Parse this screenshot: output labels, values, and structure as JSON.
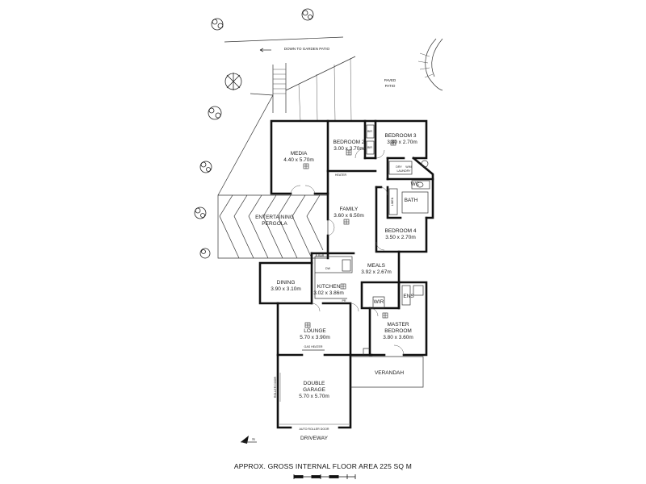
{
  "labels": {
    "down_to_garden_patio": "DOWN TO GARDEN PATIO",
    "paved": "PAVED",
    "patio": "PATIO",
    "media": "MEDIA",
    "media_dim": "4.40 x 5.70m",
    "bedroom2": "BEDROOM 2",
    "bedroom2_dim": "3.00 x 3.70m",
    "bedroom3": "BEDROOM 3",
    "bedroom3_dim": "3.80 x 2.70m",
    "bir": "BIR",
    "heater": "HEATER",
    "dry": "DRY",
    "wm": "W/M",
    "laundry": "LAUNDRY",
    "wc": "WC",
    "bath": "BATH",
    "linen": "LINEN",
    "family": "FAMILY",
    "family_dim": "3.60 x 6.50m",
    "entertaining": "ENTERTAINING",
    "pergola": "PERGOLA",
    "bedroom4": "BEDROOM 4",
    "bedroom4_dim": "3.50 x 2.70m",
    "bbar": "B.BAR",
    "meals": "MEALS",
    "meals_dim": "3.92 x 2.67m",
    "dw": "DW",
    "dining": "DINING",
    "dining_dim": "3.90 x 3.10m",
    "kitchen": "KITCHEN",
    "kitchen_dim": "3.02 x 3.86m",
    "pr": "PR",
    "wir": "WIR",
    "ens": "ENS",
    "lounge": "LOUNGE",
    "lounge_dim": "5.70 x 3.90m",
    "master": "MASTER",
    "bedroom": "BEDROOM",
    "master_dim": "3.80 x 3.60m",
    "gas_heater": "GAS HEATER",
    "verandah": "VERANDAH",
    "double": "DOUBLE",
    "garage": "GARAGE",
    "garage_dim": "5.70 x 5.70m",
    "roller_door": "ROLLER DOOR",
    "auto_roller_door": "AUTO ROLLER DOOR",
    "driveway": "DRIVEWAY",
    "north": "N"
  },
  "footer": {
    "area_text": "APPROX. GROSS INTERNAL FLOOR AREA  225 SQ M"
  },
  "colors": {
    "wall": "#111111",
    "line": "#333333",
    "background": "#ffffff"
  },
  "icons": {
    "north_arrow": "north-arrow-icon",
    "scale_bar": "scale-bar-icon",
    "trees": "tree-icon",
    "light_fixture": "light-fixture-icon"
  }
}
